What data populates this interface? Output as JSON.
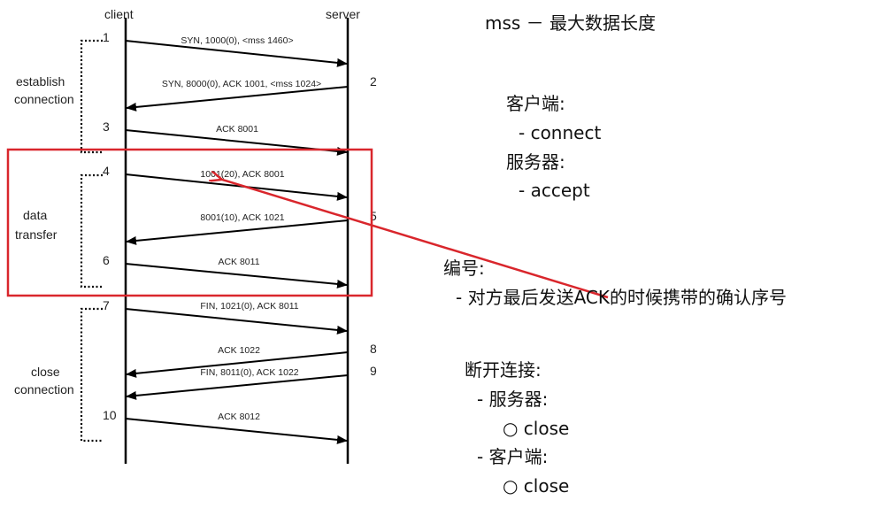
{
  "diagram": {
    "client_label": "client",
    "server_label": "server",
    "phases": {
      "establish": [
        "establish",
        "connection"
      ],
      "data": [
        "data",
        "transfer"
      ],
      "close": [
        "close",
        "connection"
      ]
    },
    "steps": [
      {
        "num": "1",
        "label": "SYN, 1000(0), <mss 1460>"
      },
      {
        "num": "2",
        "label": "SYN, 8000(0), ACK 1001, <mss 1024>"
      },
      {
        "num": "3",
        "label": "ACK 8001"
      },
      {
        "num": "4",
        "label": "1001(20), ACK 8001"
      },
      {
        "num": "5",
        "label": "8001(10), ACK 1021"
      },
      {
        "num": "6",
        "label": "ACK 8011"
      },
      {
        "num": "7",
        "label": "FIN, 1021(0), ACK 8011"
      },
      {
        "num": "8",
        "label": "ACK 1022"
      },
      {
        "num": "9",
        "label": "FIN, 8011(0), ACK 1022"
      },
      {
        "num": "10",
        "label": "ACK 8012"
      }
    ],
    "highlight_color": "#d9262c"
  },
  "notes": {
    "mss": "mss － 最大数据长度",
    "client_heading": "客户端:",
    "client_item": "- connect",
    "server_heading": "服务器:",
    "server_item": "- accept",
    "seq_heading": "编号:",
    "seq_item": "- 对方最后发送ACK的时候携带的确认序号",
    "disconnect_heading": "断开连接:",
    "disconnect_server": "- 服务器:",
    "disconnect_server_item": "○ close",
    "disconnect_client": "- 客户端:",
    "disconnect_client_item": "○ close"
  }
}
